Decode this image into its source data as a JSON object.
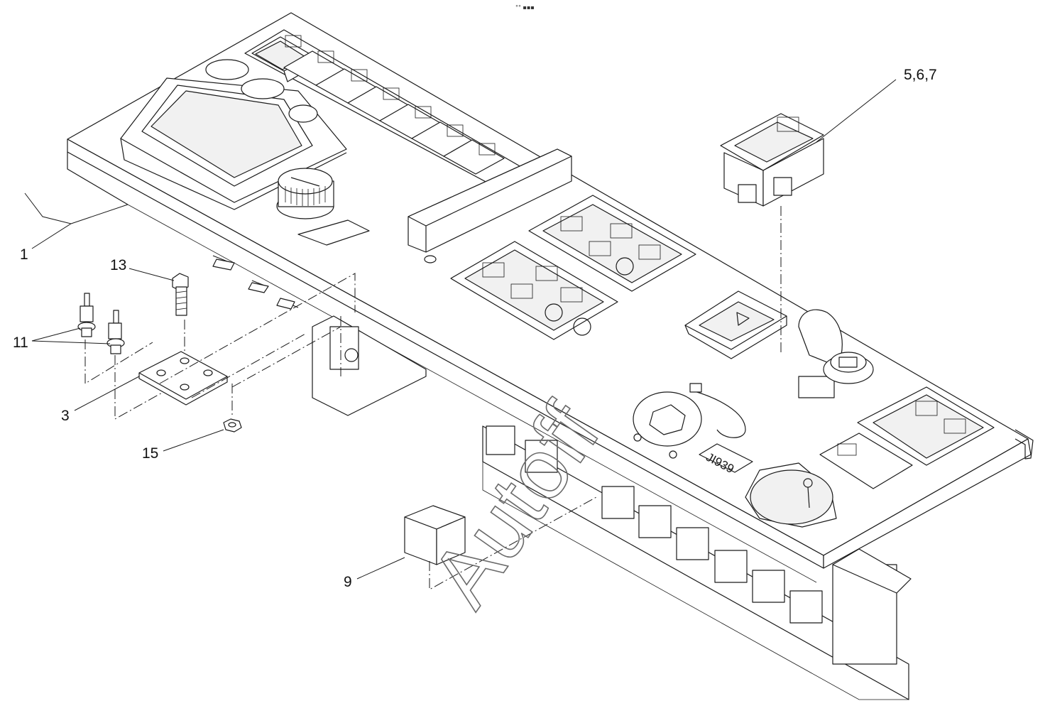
{
  "top_mark": "°° ▪▪▪",
  "watermark": "Autoff",
  "panel_label": "JI939",
  "callouts": {
    "c1": "1",
    "c3": "3",
    "c5_6_7": "5,6,7",
    "c9": "9",
    "c11": "11",
    "c13": "13",
    "c15": "15"
  },
  "icons": [
    "lamp-icon",
    "fan-icon",
    "hazard-icon",
    "headlight-icon",
    "wiper-icon",
    "heater-icon",
    "fuel-icon"
  ]
}
